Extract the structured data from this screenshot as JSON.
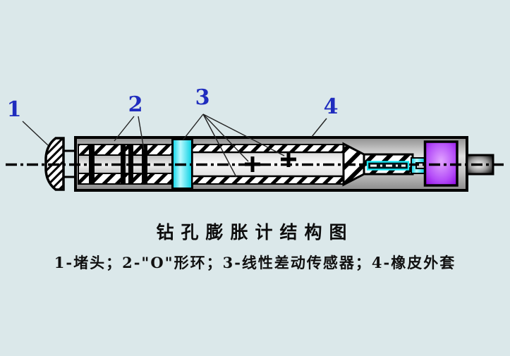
{
  "page": {
    "background_color": "#dbe8ea"
  },
  "figure": {
    "title": "钻孔膨胀计结构图",
    "legend": "1-堵头；2-\"O\"形环；3-线性差动传感器；4-橡皮外套",
    "callouts": [
      {
        "number": "1",
        "part_name": "堵头"
      },
      {
        "number": "2",
        "part_name": "\"O\"形环"
      },
      {
        "number": "3",
        "part_name": "线性差动传感器"
      },
      {
        "number": "4",
        "part_name": "橡皮外套"
      }
    ],
    "colors": {
      "callout_blue": "#1f2cbe",
      "o_ring_cyan": "#2ae8f4",
      "sensor_purple": "#b44cf8",
      "shell_gray": "#b5b5b5",
      "line_black": "#000000"
    }
  }
}
